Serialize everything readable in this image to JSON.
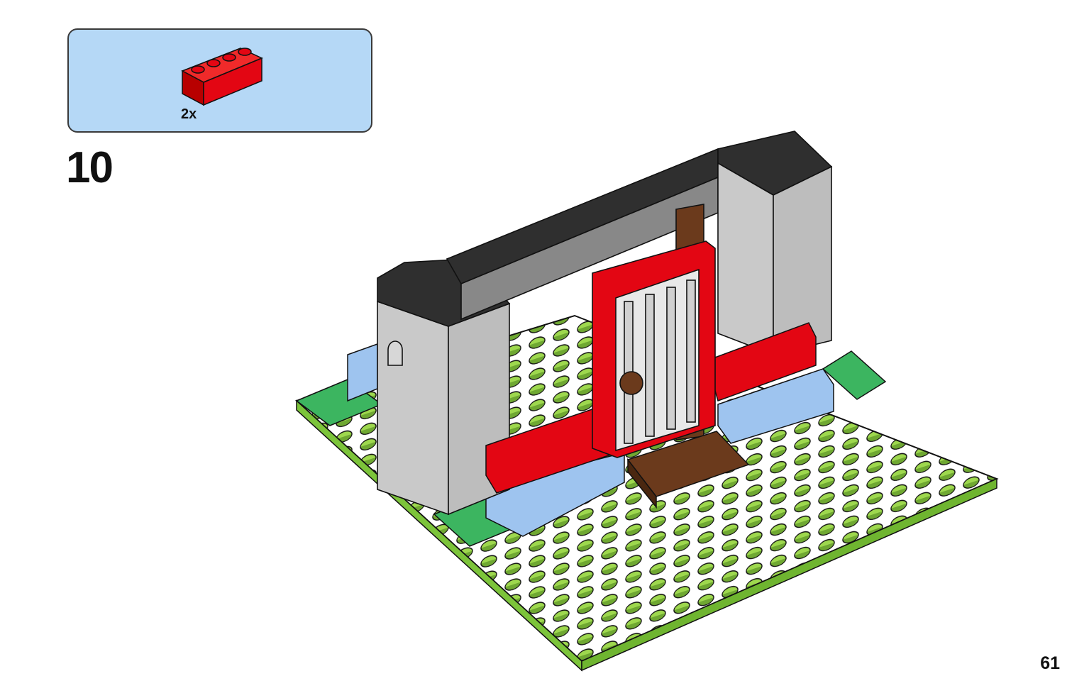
{
  "parts_callout": {
    "quantity": "2x",
    "part_color": "#e30613"
  },
  "step": {
    "number": "10"
  },
  "page": {
    "number": "61"
  },
  "colors": {
    "baseplate": "#9ed84e",
    "wall": "#cfcfcf",
    "studs_dark": "#2b2b2b",
    "red_brick": "#e30613",
    "blue_brick": "#9ec4ef",
    "green_tile": "#3cb560",
    "brown": "#6b3a1c"
  }
}
